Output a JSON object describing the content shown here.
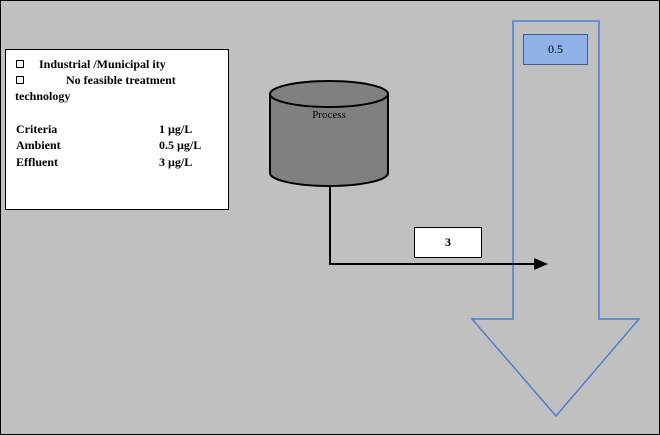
{
  "options": {
    "industrial_municipal": "Industrial /Municipal  ity",
    "no_feasible_line1": "No feasible treatment",
    "no_feasible_line2": "technology"
  },
  "criteria": [
    {
      "label": "Criteria",
      "value": "1 µg/L"
    },
    {
      "label": "Ambient",
      "value": "0.5 µg/L"
    },
    {
      "label": "Effluent",
      "value": "3 µg/L"
    }
  ],
  "process": {
    "label": "Process"
  },
  "effluent_box": {
    "value": "3"
  },
  "ambient_box": {
    "value": "0.5"
  },
  "colors": {
    "background": "#c0c0c0",
    "arrow_outline": "#4a7fd1",
    "ambient_fill": "#8fb3e8",
    "tank": "#808080"
  }
}
